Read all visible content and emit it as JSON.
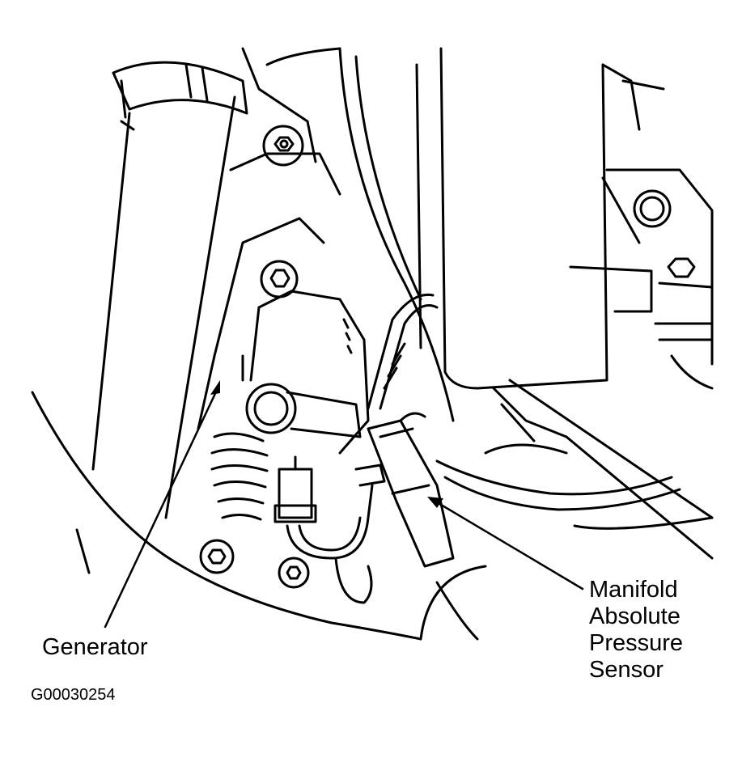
{
  "colors": {
    "line": "#000000",
    "background": "#ffffff"
  },
  "labels": {
    "generator": "Generator",
    "map_sensor": [
      "Manifold",
      "Absolute",
      "Pressure",
      "Sensor"
    ]
  },
  "figure_id": "G00030254"
}
